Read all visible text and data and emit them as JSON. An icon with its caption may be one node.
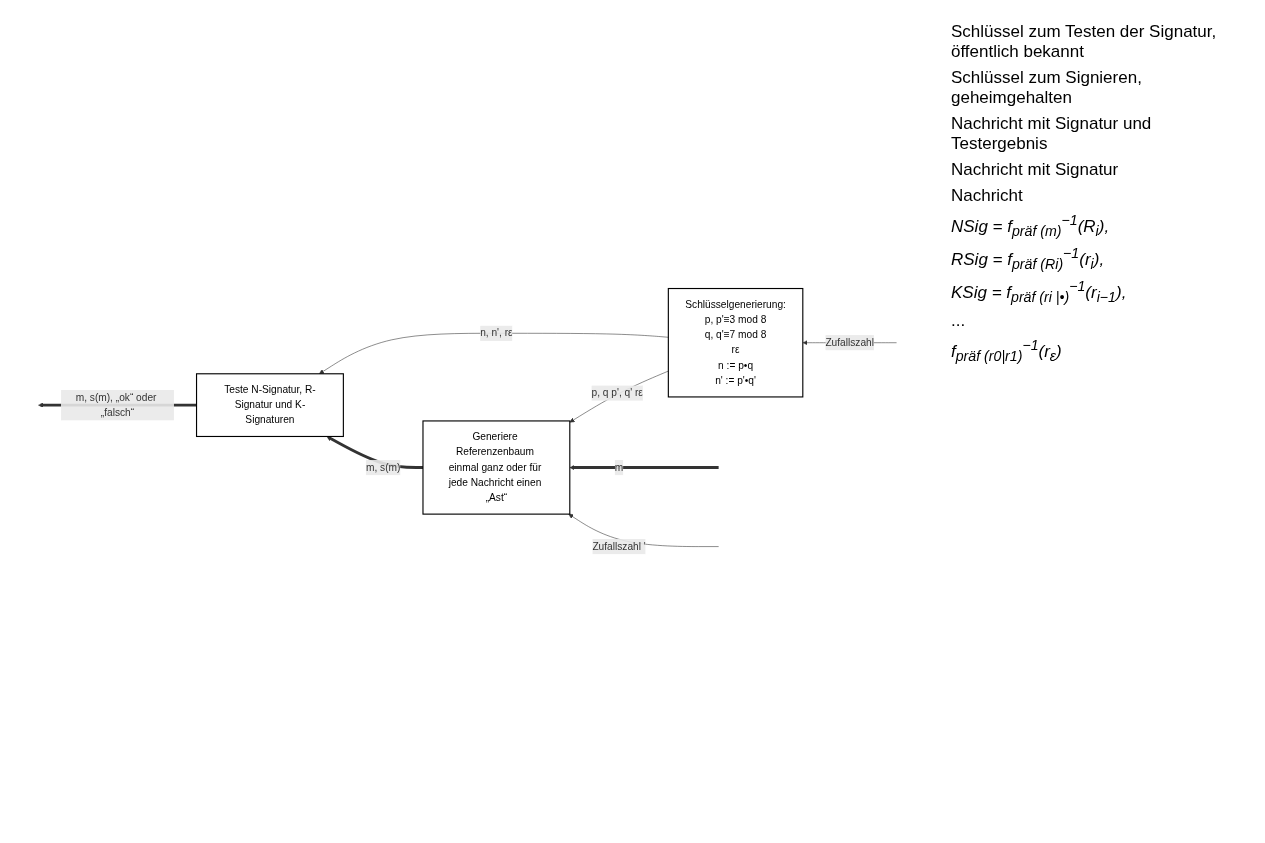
{
  "diagram": {
    "nodes": [
      {
        "text": [
          "Schlüsselgenerierung:",
          "p, p'≡3 mod 8",
          "q, q'≡7 mod 8",
          "rε",
          "n := p•q",
          "n' := p'•q'"
        ]
      },
      {
        "text": [
          "Teste N-Signatur, R-Signatur und K-Signaturen"
        ]
      },
      {
        "text": [
          "Generiere Referenzenbaum einmal ganz oder für jede Nachricht einen „Ast“"
        ]
      }
    ],
    "edges": [
      {
        "from": null,
        "to": 0,
        "arrow": "to",
        "label": "Zufallszahl"
      },
      {
        "from": 0,
        "to": 1,
        "arrow": "to",
        "label": "n, n', rε"
      },
      {
        "from": 0,
        "to": 2,
        "arrow": "to",
        "label": "p, q p', q' rε"
      },
      {
        "from": null,
        "to": 2,
        "arrow": "to",
        "label": "m",
        "style": "thick"
      },
      {
        "from": null,
        "to": 2,
        "arrow": "to",
        "label": "Zufallszahl '"
      },
      {
        "from": 2,
        "to": 1,
        "arrow": "to",
        "label": "m, s(m)",
        "style": "thick"
      },
      {
        "from": 1,
        "to": null,
        "arrow": "to",
        "label": "m, s(m), „ok“ oder „falsch“",
        "style": "thick"
      }
    ],
    "labels": [
      "Schlüssel zum Testen der Signatur, öffentlich bekannt",
      "Schlüssel zum Signieren, geheimgehalten",
      "Nachricht mit Signatur und Testergebnis",
      "Nachricht mit Signatur",
      "Nachricht",
      "NSig = f$_{präf (m)}$$^{−1}$(R$_{i}$),",
      "RSig = f$_{präf (R}$$_{i}$$_{)}$$^{−1}$(r$_{i}$),",
      "KSig = f$_{präf (r}$$_{i}$$_{ |•)}$$^{−1}$(r$_{i−1}$),",
      "...",
      "f$_{präf (r}$$_{0}$$_{|r}$$_{1}$$_{)}$$^{−1}$(r$_{ε}$)"
    ]
  }
}
